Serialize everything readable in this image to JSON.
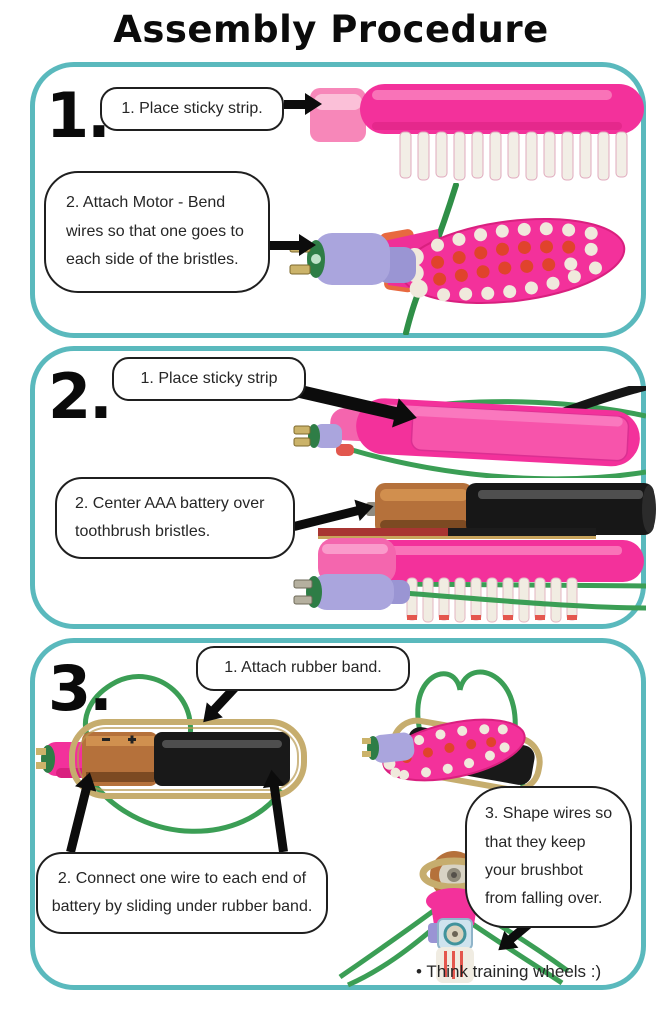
{
  "page": {
    "title": "Assembly Procedure"
  },
  "sections": [
    {
      "number": "1.",
      "steps": [
        "1. Place sticky strip.",
        "2. Attach Motor -  Bend\nwires so that one goes to\neach side of the bristles."
      ]
    },
    {
      "number": "2.",
      "steps": [
        "1. Place sticky strip",
        "2. Center AAA battery over\ntoothbrush bristles."
      ]
    },
    {
      "number": "3.",
      "steps": [
        "1. Attach rubber band.",
        "2. Connect one wire to each end of\nbattery by sliding under rubber band.",
        "3. Shape wires so\nthat they keep\nyour brushbot\nfrom falling over."
      ],
      "note": "• Think training wheels :)"
    }
  ],
  "icons": {
    "arrow": "solid-black-arrow"
  },
  "colors": {
    "panel_border": "#5ab9bd",
    "callout_border": "#1f1f1f",
    "text": "#262626",
    "arrow_black": "#0c0c0c",
    "brush_pink": "#f3319b",
    "sticky_strip_pink": "#f787b9",
    "motor_lavender": "#aaa5dd",
    "wire_green": "#3b9e55",
    "battery_copper": "#b5713b",
    "battery_black": "#191919",
    "rubber_band_gold": "#c6ad6e",
    "bristle_white": "#f0ece2"
  }
}
